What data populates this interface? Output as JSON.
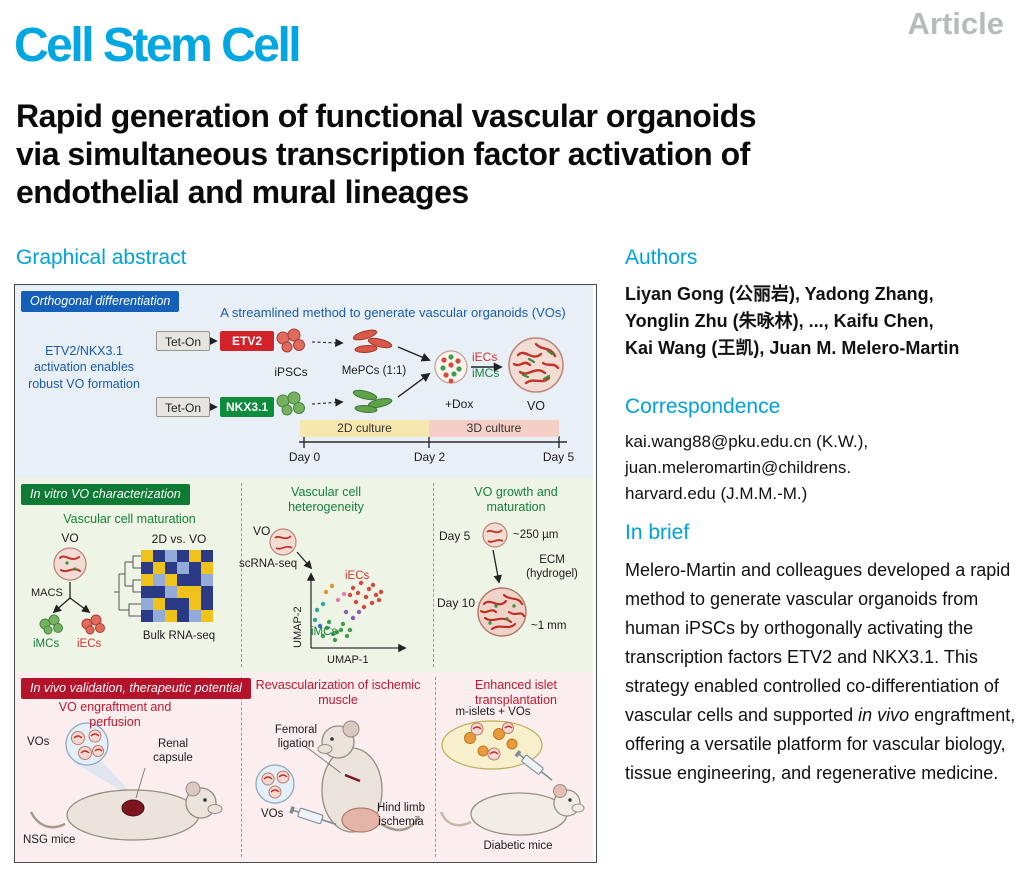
{
  "page": {
    "article_badge": "Article",
    "journal": "Cell Stem Cell",
    "title_lines": [
      "Rapid generation of functional vascular organoids",
      "via simultaneous transcription factor activation of",
      "endothelial and mural lineages"
    ]
  },
  "abstract": {
    "heading": "Graphical abstract",
    "p1": {
      "pill": "Orthogonal differentiation",
      "subtitle": "A streamlined method to generate vascular organoids (VOs)",
      "note": "ETV2/NKX3.1 activation enables robust VO formation",
      "tet_on": "Tet-On",
      "etv2": "ETV2",
      "nkx31": "NKX3.1",
      "ipscs": "iPSCs",
      "mepcs": "MePCs (1:1)",
      "iecs": "iECs",
      "imcs": "iMCs",
      "dox": "+Dox",
      "vo": "VO",
      "bar_2d": "2D culture",
      "bar_3d": "3D culture",
      "day0": "Day 0",
      "day2": "Day 2",
      "day5": "Day 5"
    },
    "p2": {
      "pill": "In vitro VO characterization",
      "c1_title": "Vascular cell maturation",
      "c1_vo": "VO",
      "c1_macs": "MACS",
      "c1_imcs": "iMCs",
      "c1_iecs": "iECs",
      "c1_compare": "2D vs. VO",
      "c1_bulk": "Bulk RNA-seq",
      "c2_title": "Vascular cell heterogeneity",
      "c2_vo": "VO",
      "c2_scrna": "scRNA-seq",
      "c2_iecs": "iECs",
      "c2_imcs": "iMCs",
      "c2_umap1": "UMAP-1",
      "c2_umap2": "UMAP-2",
      "c3_title": "VO growth and maturation",
      "c3_day5": "Day 5",
      "c3_size1": "~250 µm",
      "c3_ecm": "ECM (hydrogel)",
      "c3_day10": "Day 10",
      "c3_size2": "~1 mm"
    },
    "p3": {
      "pill": "In vivo validation, therapeutic potential",
      "c1_title": "VO engraftment and perfusion",
      "c1_vos": "VOs",
      "c1_renal": "Renal capsule",
      "c1_nsg": "NSG mice",
      "c2_title": "Revascularization of ischemic muscle",
      "c2_femoral": "Femoral ligation",
      "c2_vos": "VOs",
      "c2_hind": "Hind limb ischemia",
      "c3_title": "Enhanced islet transplantation",
      "c3_islets": "m-islets + VOs",
      "c3_mice": "Diabetic mice"
    }
  },
  "sidebar": {
    "authors_heading": "Authors",
    "authors_lines": [
      "Liyan Gong (公丽岩), Yadong Zhang,",
      "Yonglin Zhu (朱咏林), ..., Kaifu Chen,",
      "Kai Wang (王凯), Juan M. Melero-Martin"
    ],
    "correspondence_heading": "Correspondence",
    "correspondence_lines": [
      "kai.wang88@pku.edu.cn (K.W.),",
      "juan.meleromartin@childrens.",
      "harvard.edu (J.M.M.-M.)"
    ],
    "inbrief_heading": "In brief",
    "inbrief_p1": "Melero-Martin and colleagues developed a rapid method to generate vascular organoids from human iPSCs by orthogonally activating the transcription factors ETV2 and NKX3.1. This strategy enabled controlled co-differentiation of vascular cells and supported ",
    "inbrief_italic": "in vivo",
    "inbrief_p2": " engraftment, offering a versatile platform for vascular biology, tissue engineering, and regenerative medicine."
  },
  "colors": {
    "accent_cyan": "#00a1dd",
    "panel1_blue": "#1460b8",
    "panel2_green": "#0e7a33",
    "panel3_red": "#b5122b",
    "etv2_red": "#d3222a",
    "nkx_green": "#0d8c3c"
  }
}
